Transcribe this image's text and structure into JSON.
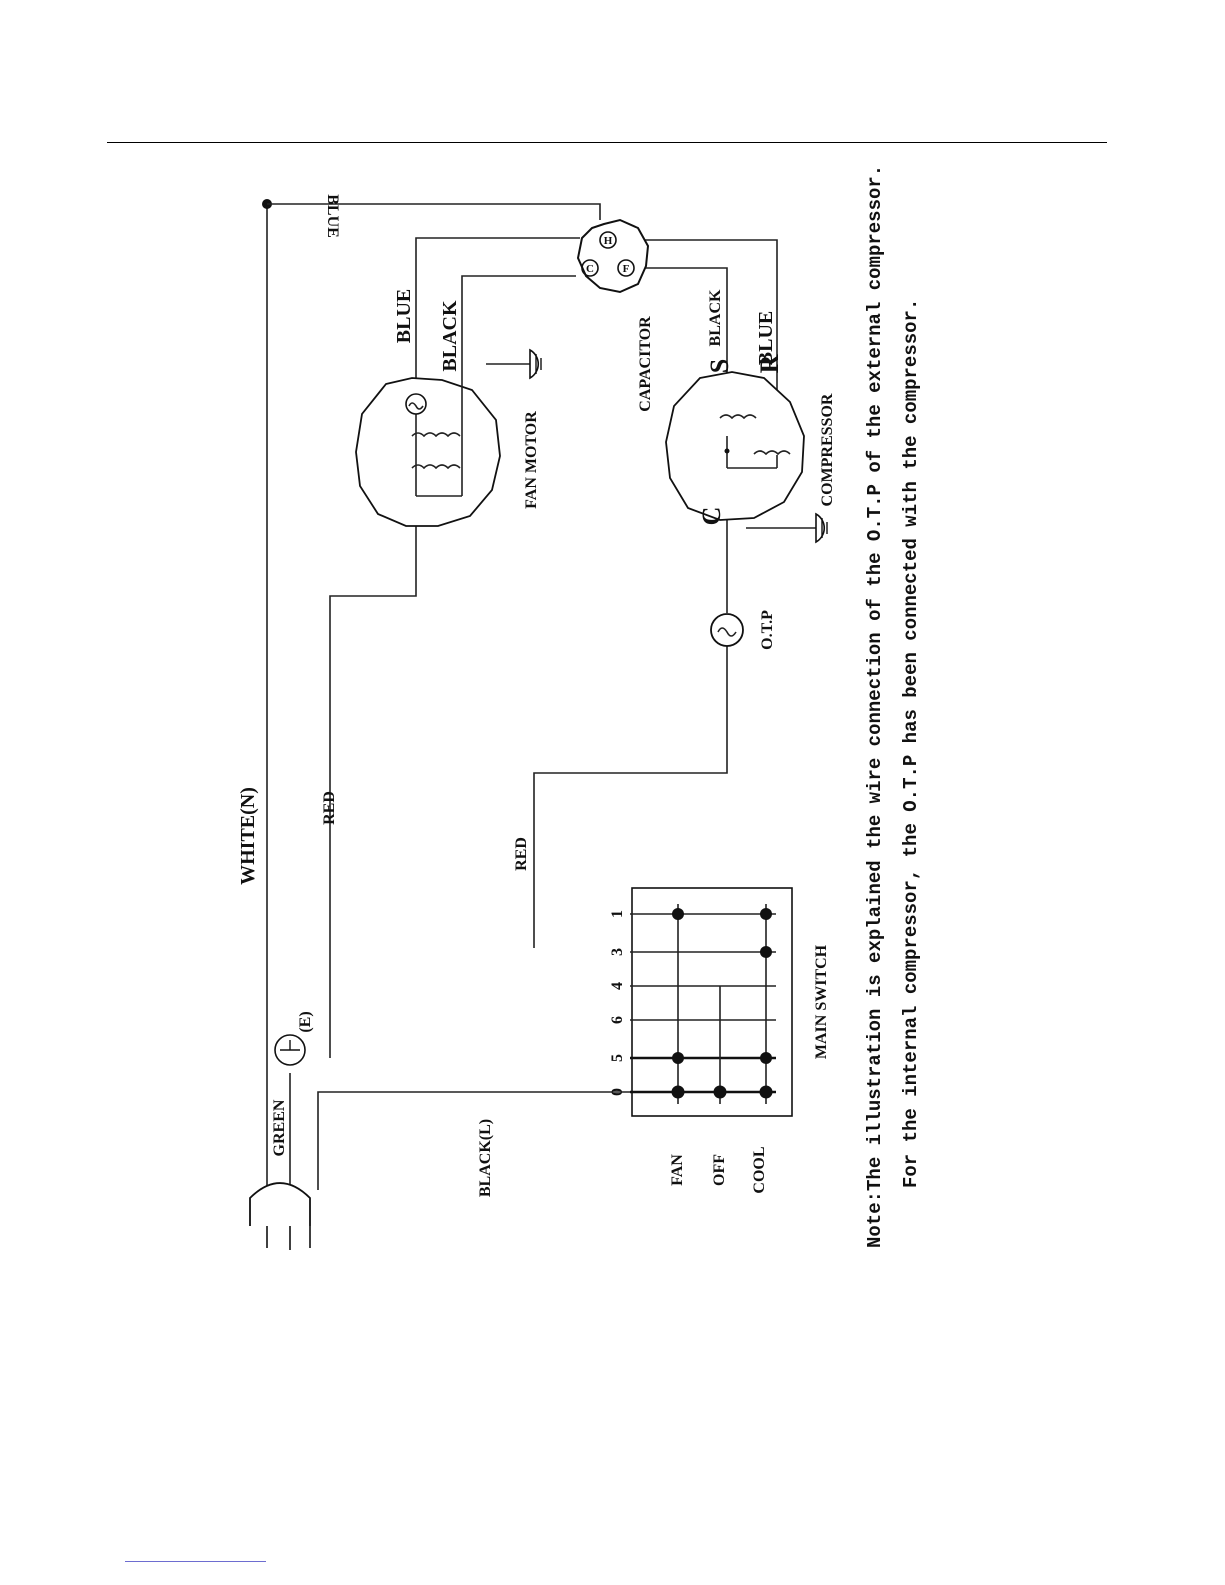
{
  "labels": {
    "white_n": "WHITE(N)",
    "blue_top": "BLUE",
    "green_e": "GREEN",
    "earth_e": "(E)",
    "black_l": "BLACK(L)",
    "red_left": "RED",
    "red_mid": "RED",
    "blue_fan": "BLUE",
    "black_fan": "BLACK",
    "fan_motor": "FAN MOTOR",
    "capacitor": "CAPACITOR",
    "black_comp": "BLACK",
    "blue_comp": "BLUE",
    "term_s": "S",
    "term_r": "R",
    "term_c": "C",
    "compressor": "COMPRESSOR",
    "otp": "O.T.P",
    "main_switch": "MAIN SWITCH",
    "fan_mode": "FAN",
    "off_mode": "OFF",
    "cool_mode": "COOL",
    "cap_h": "H",
    "cap_c": "C",
    "cap_f": "F"
  },
  "switch_terminals": [
    "0",
    "5",
    "6",
    "4",
    "3",
    "1"
  ],
  "note": {
    "line1": "Note:The illustration is explained the wire connection of the O.T.P of the external compressor.",
    "line2": "For the internal compressor, the O.T.P has been connected with the compressor."
  },
  "colors": {
    "note_text": "#e8261c",
    "line": "#111111",
    "link_rule": "#6d6dd0"
  }
}
